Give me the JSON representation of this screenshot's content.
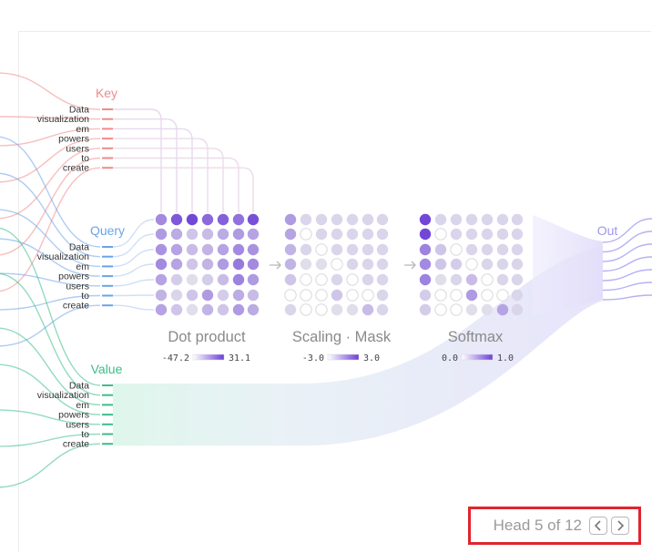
{
  "tokens": [
    "Data",
    "visualization",
    "em",
    "powers",
    "users",
    "to",
    "create"
  ],
  "groups": {
    "key": {
      "label": "Key",
      "color": "#f08a8a"
    },
    "query": {
      "label": "Query",
      "color": "#6aa4e8"
    },
    "value": {
      "label": "Value",
      "color": "#3dbd8a"
    },
    "out": {
      "label": "Out",
      "color": "#9d97f0"
    }
  },
  "stages": [
    {
      "title": "Dot product",
      "scale_min": "-47.2",
      "scale_max": "31.1"
    },
    {
      "title": "Scaling · Mask",
      "scale_min": "-3.0",
      "scale_max": "3.0"
    },
    {
      "title": "Softmax",
      "scale_min": "0.0",
      "scale_max": "1.0"
    }
  ],
  "matrices": {
    "dot_product": [
      [
        0.55,
        0.85,
        0.95,
        0.75,
        0.8,
        0.7,
        0.9
      ],
      [
        0.45,
        0.35,
        0.2,
        0.25,
        0.35,
        0.45,
        0.4
      ],
      [
        0.5,
        0.4,
        0.25,
        0.3,
        0.4,
        0.55,
        0.5
      ],
      [
        0.55,
        0.4,
        0.2,
        0.3,
        0.45,
        0.65,
        0.55
      ],
      [
        0.4,
        0.15,
        0.05,
        0.15,
        0.25,
        0.6,
        0.45
      ],
      [
        0.3,
        0.1,
        0.2,
        0.45,
        0.15,
        0.35,
        0.25
      ],
      [
        0.4,
        0.2,
        0.05,
        0.3,
        0.2,
        0.45,
        0.35
      ]
    ],
    "scaled_masked": [
      [
        0.45,
        0.1,
        0.1,
        0.1,
        0.1,
        0.1,
        0.1
      ],
      [
        0.4,
        0.0,
        0.1,
        0.1,
        0.1,
        0.1,
        0.1
      ],
      [
        0.3,
        0.1,
        0.0,
        0.1,
        0.1,
        0.1,
        0.1
      ],
      [
        0.3,
        0.05,
        0.05,
        0.0,
        0.1,
        0.1,
        0.1
      ],
      [
        0.2,
        0.0,
        0.0,
        0.1,
        0.0,
        0.1,
        0.1
      ],
      [
        0.0,
        0.0,
        0.0,
        0.2,
        0.0,
        0.0,
        0.1
      ],
      [
        0.1,
        0.0,
        0.0,
        0.05,
        0.05,
        0.25,
        0.1
      ]
    ],
    "softmax": [
      [
        0.95,
        0.1,
        0.1,
        0.1,
        0.1,
        0.1,
        0.1
      ],
      [
        0.95,
        0.0,
        0.1,
        0.1,
        0.1,
        0.1,
        0.1
      ],
      [
        0.6,
        0.2,
        0.0,
        0.1,
        0.1,
        0.1,
        0.1
      ],
      [
        0.55,
        0.2,
        0.15,
        0.0,
        0.1,
        0.1,
        0.1
      ],
      [
        0.6,
        0.05,
        0.1,
        0.25,
        0.0,
        0.1,
        0.1
      ],
      [
        0.15,
        0.0,
        0.0,
        0.45,
        0.0,
        0.0,
        0.1
      ],
      [
        0.15,
        0.0,
        0.0,
        0.05,
        0.05,
        0.4,
        0.1
      ]
    ]
  },
  "head_nav": {
    "text": "Head 5 of 12",
    "prev_icon": "chevron-left-icon",
    "next_icon": "chevron-right-icon"
  },
  "colors": {
    "purple": "#6c3fd6",
    "arrow": "#b8b8b8",
    "stage_title": "#8a8a8a",
    "highlight_border": "#e0242e"
  }
}
